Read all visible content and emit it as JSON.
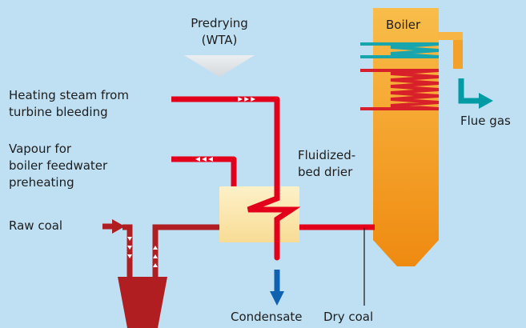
{
  "labels": {
    "predrying_line1": "Predrying",
    "predrying_line2": "(WTA)",
    "boiler": "Boiler",
    "heating_steam_line1": "Heating steam from",
    "heating_steam_line2": "turbine bleeding",
    "vapour_line1": "Vapour for",
    "vapour_line2": "boiler feedwater",
    "vapour_line3": "preheating",
    "fluidized_line1": "Fluidized-",
    "fluidized_line2": "bed drier",
    "flue_gas": "Flue gas",
    "raw_coal": "Raw coal",
    "condensate": "Condensate",
    "dry_coal": "Dry coal"
  },
  "colors": {
    "background": "#bfe0f3",
    "steam_pipe": "#e3001b",
    "coal_pipe": "#b01e22",
    "boiler_fill_top": "#f9bd4a",
    "boiler_fill_bottom": "#ef8a10",
    "flue_gas_arrow": "#009ba4",
    "condensate_arrow": "#0f62b0",
    "drier_fill": "#fbe8b2",
    "predrying_arrow": "#e3e6e8"
  },
  "icons": {
    "predrying": "down-arrow-icon",
    "flue_gas": "bent-arrow-icon",
    "condensate": "down-arrow-icon",
    "raw_coal": "right-arrow-icon",
    "coal_outlet": "hopper-funnel-icon"
  }
}
